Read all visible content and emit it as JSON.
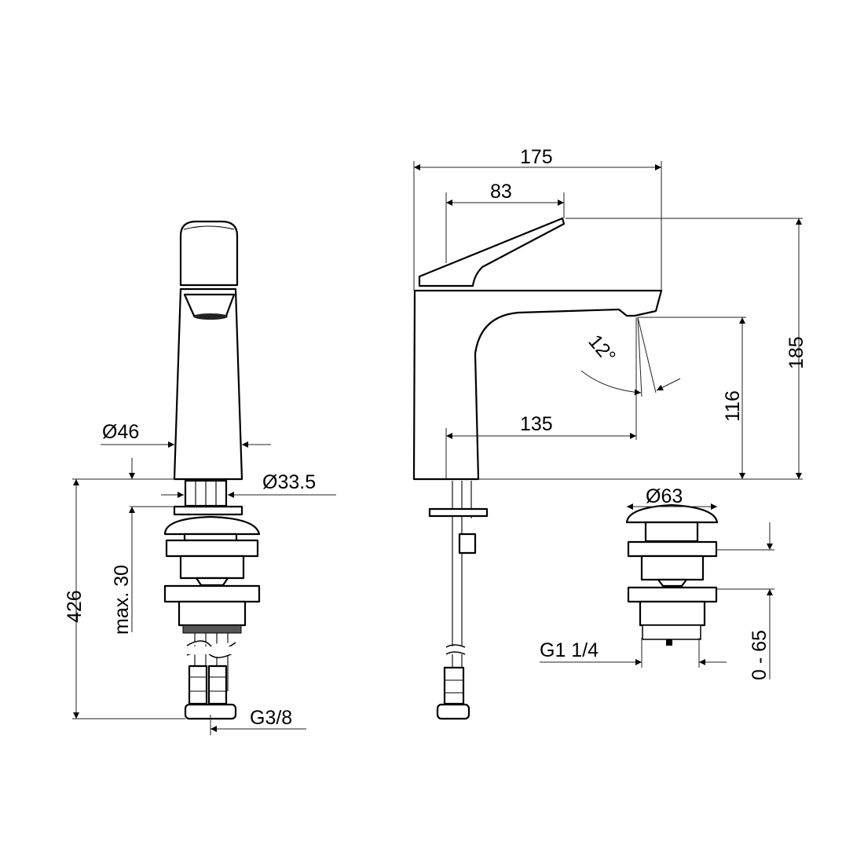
{
  "drawing": {
    "front_view": {
      "diameter_body": "Ø46",
      "diameter_hole": "Ø33.5",
      "total_height": "426",
      "max_thickness": "max. 30",
      "connection": "G3/8"
    },
    "side_view": {
      "overall_depth": "175",
      "handle_length": "83",
      "overall_height": "185",
      "spout_height": "116",
      "spout_reach": "135",
      "spout_angle": "12°"
    },
    "waste_view": {
      "diameter_cap": "Ø63",
      "thread": "G1 1/4",
      "adjust_range": "0 - 65"
    }
  }
}
